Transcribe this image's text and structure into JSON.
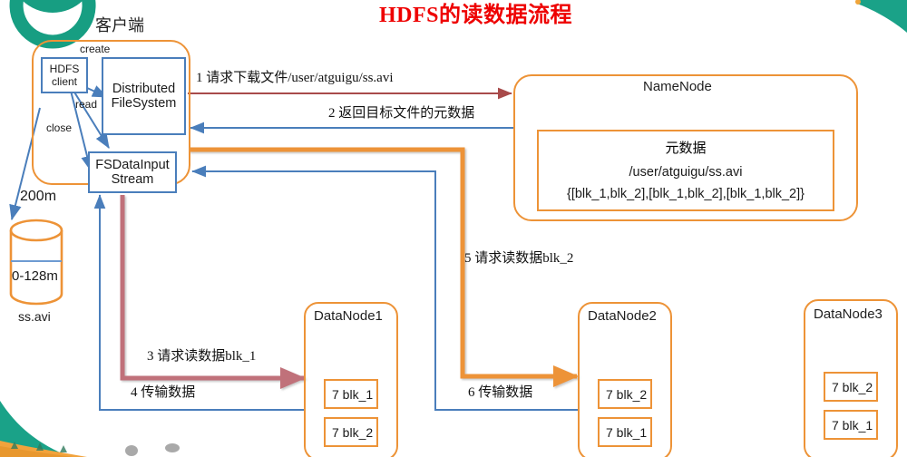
{
  "title": "HDFS的读数据流程",
  "decor": {
    "logo_color": "#179e82",
    "accent_orange": "#ED9337",
    "accent_blue": "#4A7EBB",
    "accent_rose": "#C0717A",
    "accent_dark_red": "#A84A4A",
    "title_color": "#EE0000"
  },
  "client": {
    "label": "客户端",
    "hdfs_client": "HDFS\nclient",
    "hdfs_client_line1": "HDFS",
    "hdfs_client_line2": "client",
    "edge_create": "create",
    "edge_read": "read",
    "edge_close": "close",
    "dfs_line1": "Distributed",
    "dfs_line2": "FileSystem",
    "fsin_line1": "FSDataInput",
    "fsin_line2": "Stream"
  },
  "file": {
    "size_label": "200m",
    "block_label": "0-128m",
    "name": "ss.avi"
  },
  "namenode": {
    "title": "NameNode",
    "meta_title": "元数据",
    "meta_path": "/user/atguigu/ss.avi",
    "meta_blocks": "{[blk_1,blk_2],[blk_1,blk_2],[blk_1,blk_2]}"
  },
  "datanodes": [
    {
      "title": "DataNode1",
      "blocks": [
        "7 blk_1",
        "7 blk_2"
      ]
    },
    {
      "title": "DataNode2",
      "blocks": [
        "7 blk_2",
        "7 blk_1"
      ]
    },
    {
      "title": "DataNode3",
      "blocks": [
        "7 blk_2",
        "7 blk_1"
      ]
    }
  ],
  "steps": [
    {
      "num": "1",
      "text": "1 请求下载文件/user/atguigu/ss.avi"
    },
    {
      "num": "2",
      "text": "2 返回目标文件的元数据"
    },
    {
      "num": "3",
      "text": "3 请求读数据blk_1"
    },
    {
      "num": "4",
      "text": "4 传输数据"
    },
    {
      "num": "5",
      "text": "5 请求读数据blk_2"
    },
    {
      "num": "6",
      "text": "6 传输数据"
    }
  ]
}
